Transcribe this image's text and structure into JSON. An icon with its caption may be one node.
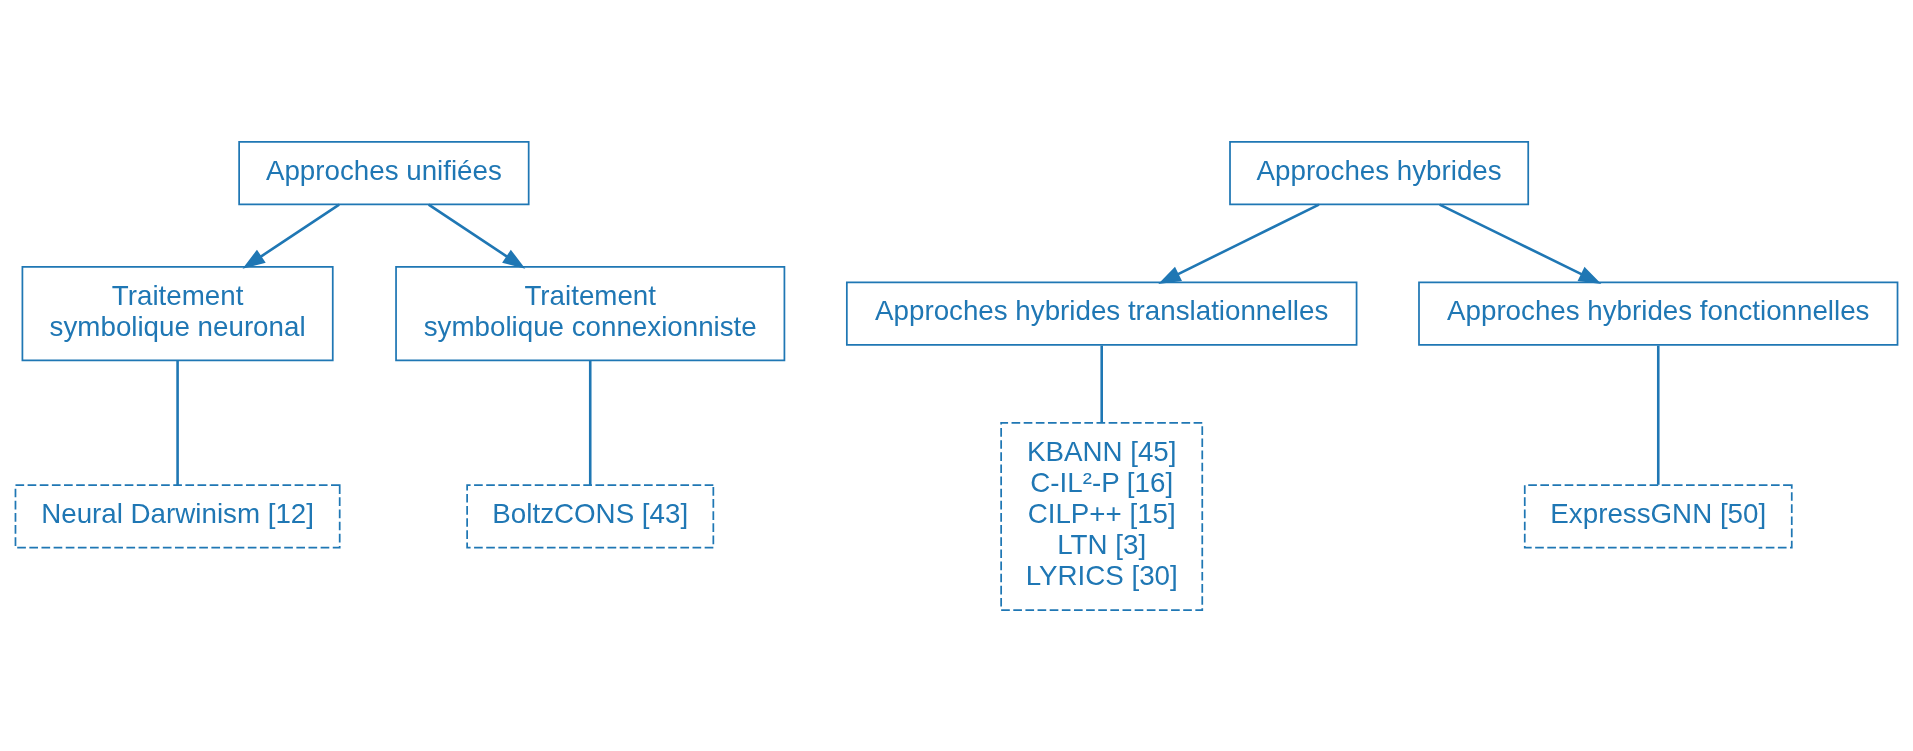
{
  "diagram": {
    "nodes": [
      {
        "text": [
          "Approches unifiées"
        ]
      },
      {
        "text": [
          "Traitement symbolique neuronal"
        ]
      },
      {
        "text": [
          "Traitement symbolique connexionniste"
        ]
      },
      {
        "text": [
          "Neural Darwinism [12]"
        ]
      },
      {
        "text": [
          "BoltzCONS [43]"
        ]
      },
      {
        "text": [
          "Approches hybrides"
        ]
      },
      {
        "text": [
          "Approches hybrides translationnelles"
        ]
      },
      {
        "text": [
          "Approches hybrides fonctionnelles"
        ]
      },
      {
        "text": [
          "KBANN [45]",
          "C-IL²-P [16]",
          "CILP++ [15]",
          "LTN [3]",
          "LYRICS [30]"
        ]
      },
      {
        "text": [
          "ExpressGNN [50]"
        ]
      }
    ],
    "edges": [
      {
        "from": 0,
        "to": 1,
        "arrow": "to"
      },
      {
        "from": 0,
        "to": 2,
        "arrow": "to"
      },
      {
        "from": 1,
        "to": 3,
        "arrow": "none"
      },
      {
        "from": 2,
        "to": 4,
        "arrow": "none"
      },
      {
        "from": 5,
        "to": 6,
        "arrow": "to"
      },
      {
        "from": 5,
        "to": 7,
        "arrow": "to"
      },
      {
        "from": 6,
        "to": 8,
        "arrow": "none"
      },
      {
        "from": 7,
        "to": 9,
        "arrow": "none"
      }
    ]
  }
}
